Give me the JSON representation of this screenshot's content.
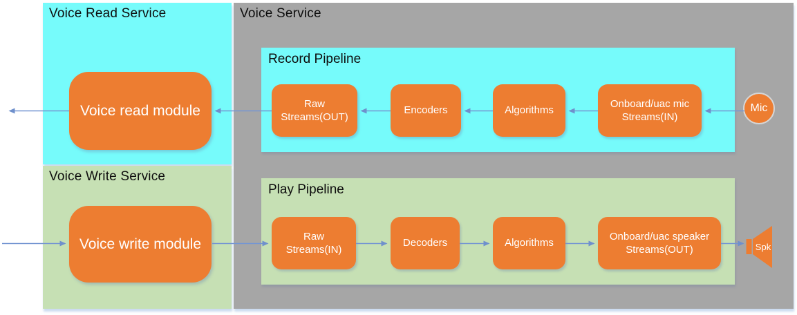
{
  "colors": {
    "service_gray": "#a6a6a6",
    "read_cyan": "#76fbfb",
    "write_green": "#c6e0b4",
    "node_orange": "#ed7d31",
    "arrow_blue": "#6f90cc",
    "title_text": "#0d0d0d",
    "node_text": "#ffffff"
  },
  "read_service": {
    "title": "Voice Read Service",
    "module_label": "Voice read module"
  },
  "write_service": {
    "title": "Voice Write Service",
    "module_label": "Voice write module"
  },
  "voice_service": {
    "title": "Voice Service",
    "record_pipeline": {
      "title": "Record Pipeline",
      "stages": [
        "Raw Streams(OUT)",
        "Encoders",
        "Algorithms",
        "Onboard/uac mic Streams(IN)"
      ],
      "source_label": "Mic"
    },
    "play_pipeline": {
      "title": "Play Pipeline",
      "stages": [
        "Raw Streams(IN)",
        "Decoders",
        "Algorithms",
        "Onboard/uac speaker Streams(OUT)"
      ],
      "sink_label": "Spk"
    }
  }
}
